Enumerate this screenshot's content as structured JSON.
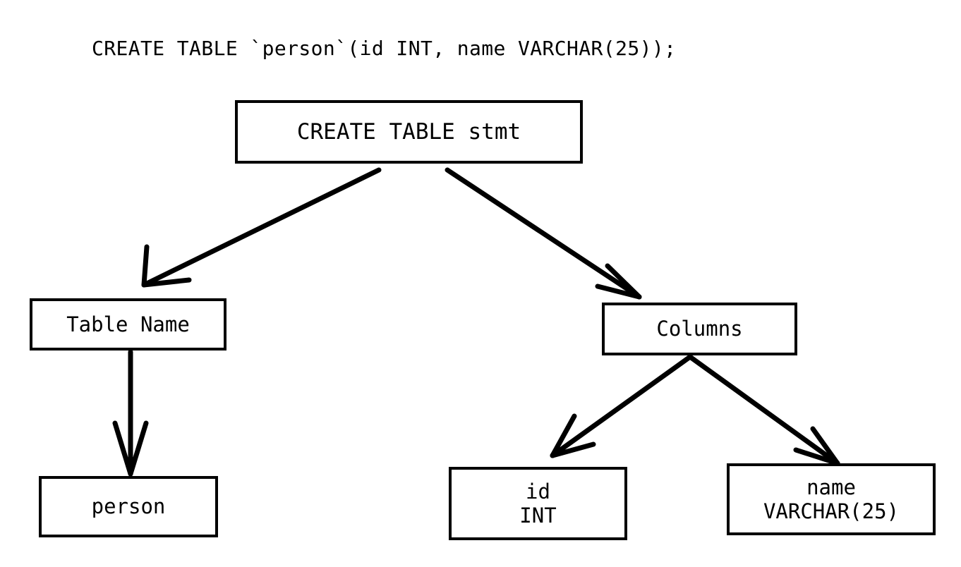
{
  "diagram": {
    "type": "parse-tree",
    "title": "CREATE TABLE `person`(id INT, name VARCHAR(25));",
    "background_color": "#ffffff",
    "stroke_color": "#000000",
    "nodes": [
      {
        "id": "root",
        "label": "CREATE TABLE stmt",
        "line1": "CREATE TABLE stmt",
        "line2": ""
      },
      {
        "id": "table_name",
        "label": "Table Name",
        "line1": "Table Name",
        "line2": ""
      },
      {
        "id": "person",
        "label": "person",
        "line1": "person",
        "line2": ""
      },
      {
        "id": "columns",
        "label": "Columns",
        "line1": "Columns",
        "line2": ""
      },
      {
        "id": "col_id",
        "label": "id INT",
        "line1": "id",
        "line2": "INT"
      },
      {
        "id": "col_name",
        "label": "name VARCHAR(25)",
        "line1": "name",
        "line2": "VARCHAR(25)"
      }
    ],
    "edges": [
      {
        "from": "root",
        "to": "table_name",
        "arrow": "open-v"
      },
      {
        "from": "root",
        "to": "columns",
        "arrow": "open-v"
      },
      {
        "from": "table_name",
        "to": "person",
        "arrow": "open-v"
      },
      {
        "from": "columns",
        "to": "col_id",
        "arrow": "open-v"
      },
      {
        "from": "columns",
        "to": "col_name",
        "arrow": "open-v"
      }
    ]
  }
}
